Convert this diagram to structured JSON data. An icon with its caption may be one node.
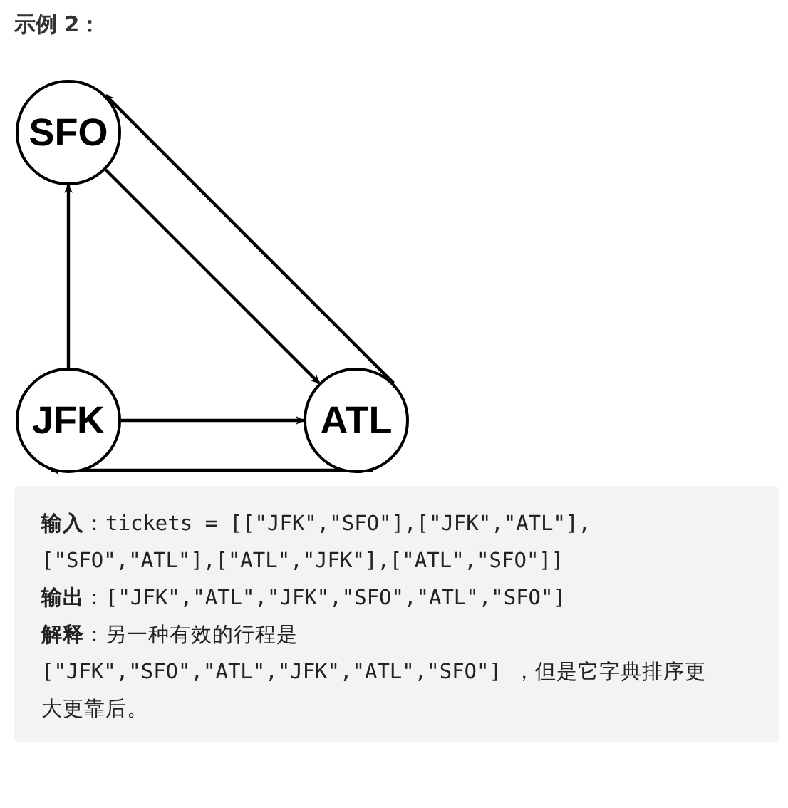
{
  "diagram": {
    "title": "示例 2：",
    "nodes": [
      {
        "text": [
          "SFO"
        ]
      },
      {
        "text": [
          "JFK"
        ]
      },
      {
        "text": [
          "ATL"
        ]
      }
    ],
    "edges": [
      {
        "from": 1,
        "to": 0,
        "arrow": "to"
      },
      {
        "from": 0,
        "to": 2,
        "arrow": "to"
      },
      {
        "from": 2,
        "to": 0,
        "arrow": "to"
      },
      {
        "from": 1,
        "to": 2,
        "arrow": "to"
      },
      {
        "from": 2,
        "to": 1,
        "arrow": "to"
      }
    ],
    "labels": [
      "**输入**：tickets = [[\"JFK\",\"SFO\"],[\"JFK\",\"ATL\"],[\"SFO\",\"ATL\"],[\"ATL\",\"JFK\"],[\"ATL\",\"SFO\"]]",
      "**输出**：[\"JFK\",\"ATL\",\"JFK\",\"SFO\",\"ATL\",\"SFO\"]",
      "**解释**：另一种有效的行程是 [\"JFK\",\"SFO\",\"ATL\",\"JFK\",\"ATL\",\"SFO\"] ，但是它字典排序更大更靠后。"
    ]
  }
}
